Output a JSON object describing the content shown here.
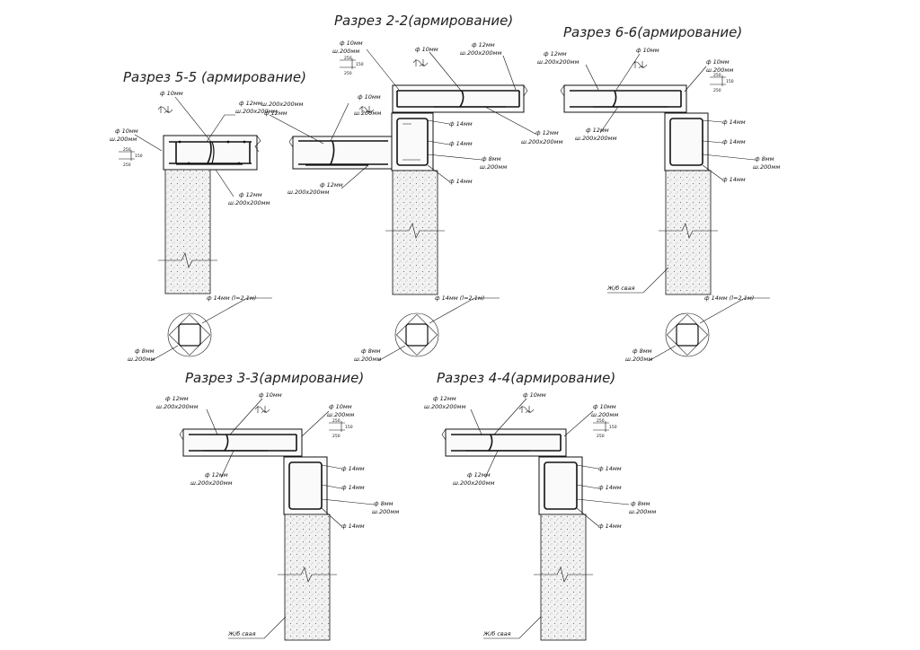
{
  "titles": {
    "s55": "Разрез 5-5 (армирование)",
    "s22": "Разрез 2-2(армирование)",
    "s66": "Разрез 6-6(армирование)",
    "s33": "Разрез 3-3(армирование)",
    "s44": "Разрез 4-4(армирование)"
  },
  "labels": {
    "d10": "ф 10мм",
    "d12": "ф 12мм",
    "d14": "ф 14мм",
    "d8": "ф 8мм",
    "step200": "ш.200мм",
    "mesh200": "ш.200х200мм",
    "pile_bar": "ф 14мм (l=2,1м)",
    "pile": "Ж/б свая"
  },
  "dims": {
    "a": "250",
    "b": "150",
    "c": "250"
  }
}
